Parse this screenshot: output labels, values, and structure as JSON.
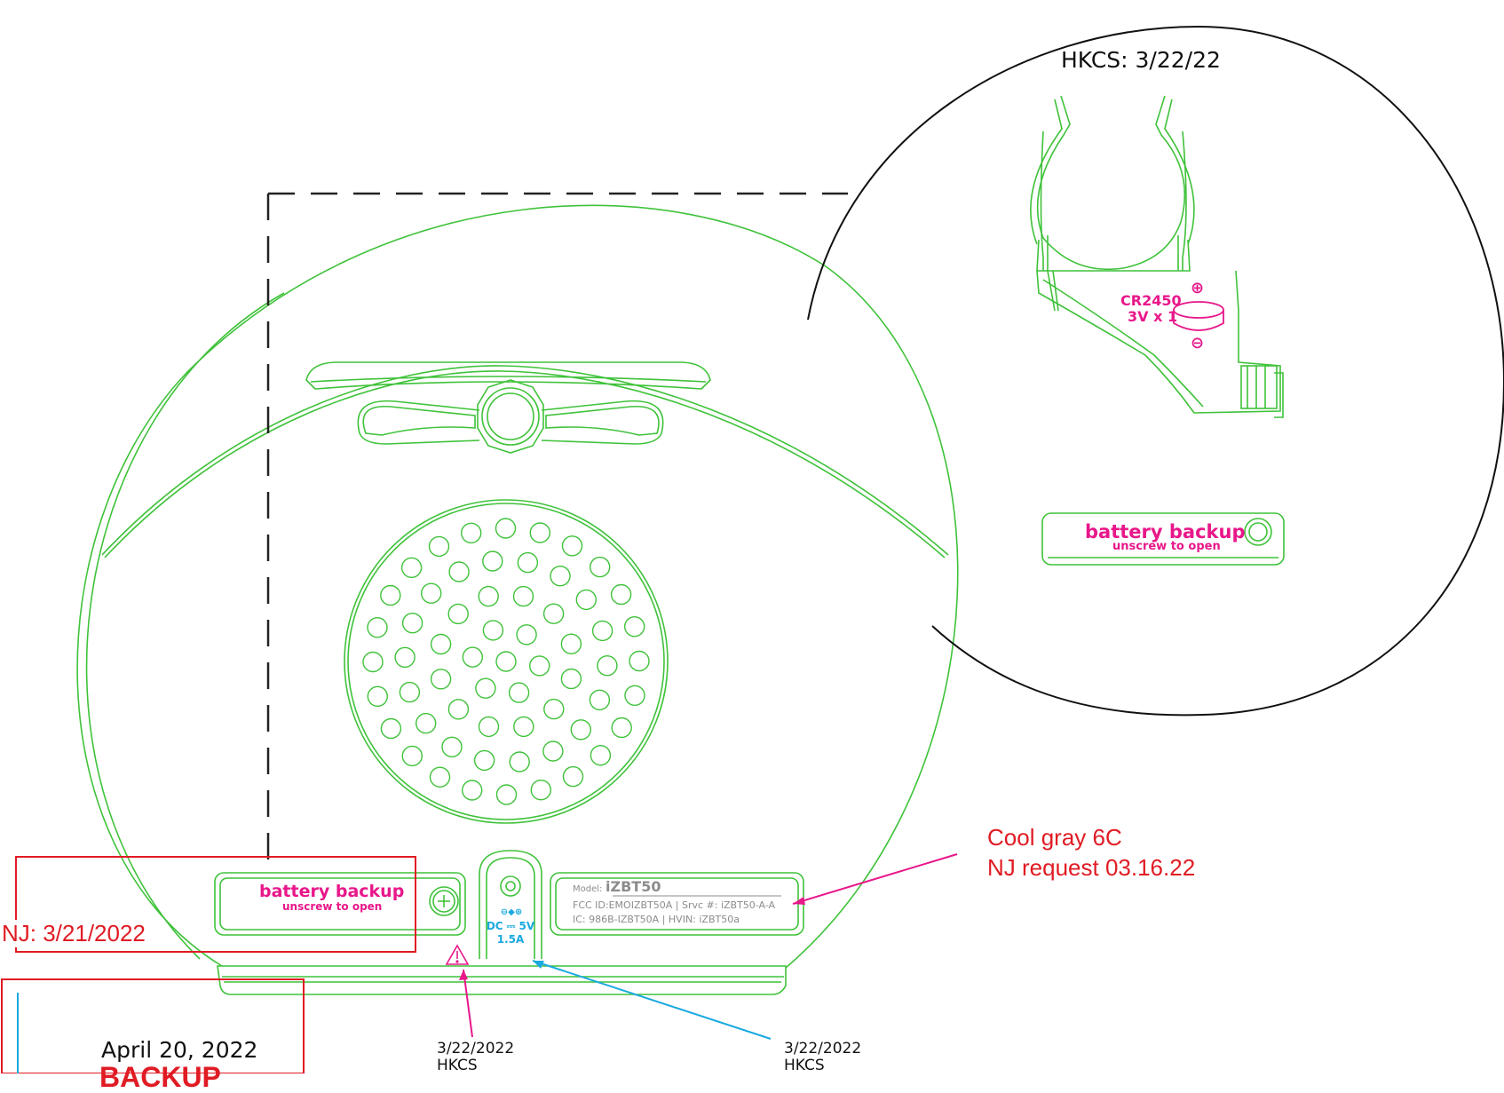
{
  "annotations": {
    "hkcs_zoom": "HKCS: 3/22/22",
    "cool_gray_line1": "Cool gray 6C",
    "cool_gray_line2": "NJ request 03.16.22",
    "nj_date": "NJ: 3/21/2022",
    "warning_date": "3/22/2022",
    "warning_by": "HKCS",
    "dc_date": "3/22/2022",
    "dc_by": "HKCS"
  },
  "battery_cover": {
    "title": "battery backup",
    "subtitle": "unscrew to open"
  },
  "zoom_battery_cover": {
    "title": "battery backup",
    "subtitle": "unscrew to open"
  },
  "battery_holder": {
    "cell_type": "CR2450",
    "spec": "3V x 1",
    "plus": "⊕",
    "minus": "⊖"
  },
  "power_jack": {
    "polarity": "⊖◆⊕",
    "rating_line1": "DC ⎓ 5V",
    "rating_line2": "1.5A"
  },
  "rating_label": {
    "model_prefix": "Model:",
    "model": "iZBT50",
    "line2": "FCC ID:EMOIZBT50A | Srvc #: iZBT50-A-A",
    "line3": "IC: 986B-IZBT50A | HVIN: iZBT50a"
  },
  "title_block": {
    "date": "April 20, 2022",
    "status": "BACKUP"
  },
  "colors": {
    "outline": "#3fc23a",
    "magenta": "#e8178a",
    "cyan": "#1aa9e0",
    "red": "#e01b24"
  }
}
